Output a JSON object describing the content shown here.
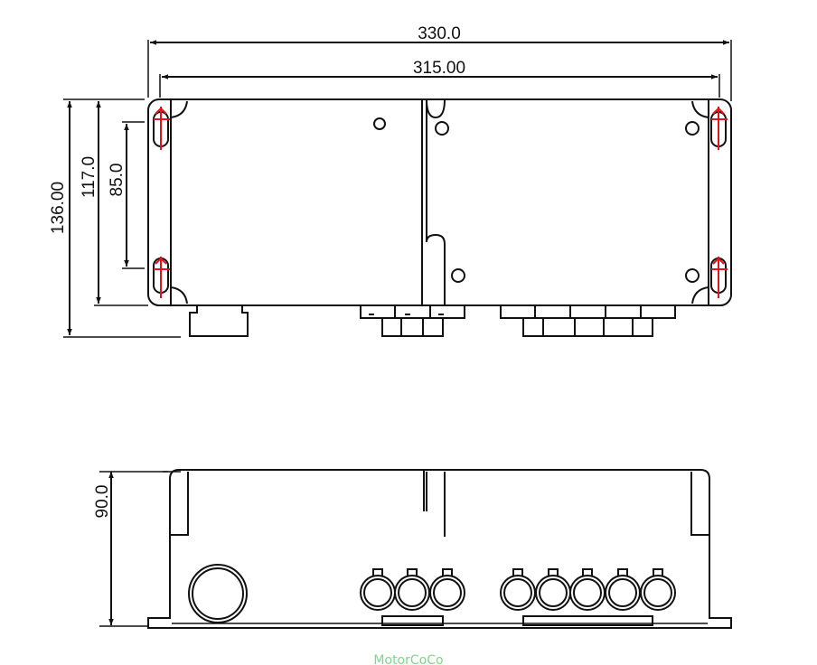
{
  "dimensions": {
    "overall_width": "330.0",
    "mount_width": "315.00",
    "overall_height": "136.00",
    "body_height": "117.0",
    "mount_spacing": "85.0",
    "side_height": "90.0"
  },
  "watermark": "MotorCoCo",
  "colors": {
    "line": "#111111",
    "mount_mark": "#e0141c",
    "watermark": "#7ed68a"
  }
}
